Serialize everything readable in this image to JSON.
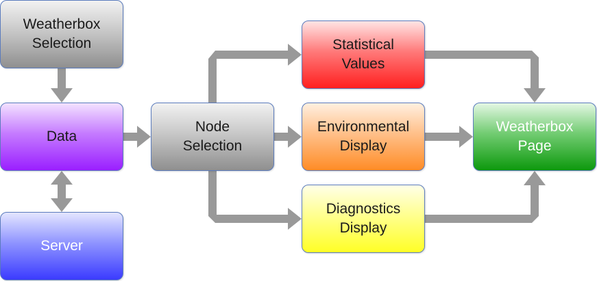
{
  "nodes": {
    "weatherbox_selection": "Weatherbox\nSelection",
    "data": "Data",
    "server": "Server",
    "node_selection": "Node\nSelection",
    "statistical_values": "Statistical\nValues",
    "environmental_display": "Environmental\nDisplay",
    "diagnostics_display": "Diagnostics\nDisplay",
    "weatherbox_page": "Weatherbox\nPage"
  },
  "edges": [
    {
      "from": "Weatherbox Selection",
      "to": "Data"
    },
    {
      "from": "Data",
      "to": "Server",
      "bidirectional": true
    },
    {
      "from": "Data",
      "to": "Node Selection"
    },
    {
      "from": "Node Selection",
      "to": "Statistical Values"
    },
    {
      "from": "Node Selection",
      "to": "Environmental Display"
    },
    {
      "from": "Node Selection",
      "to": "Diagnostics Display"
    },
    {
      "from": "Statistical Values",
      "to": "Weatherbox Page"
    },
    {
      "from": "Environmental Display",
      "to": "Weatherbox Page"
    },
    {
      "from": "Diagnostics Display",
      "to": "Weatherbox Page"
    }
  ],
  "colors": {
    "arrow": "#999999",
    "border": "#5a7bbd"
  }
}
